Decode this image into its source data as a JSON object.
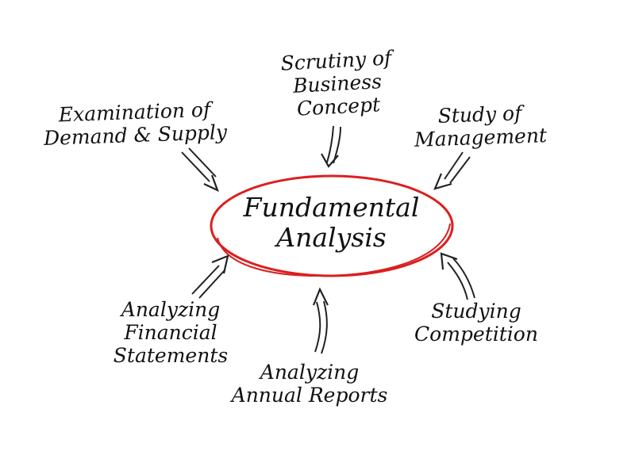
{
  "diagram": {
    "center": {
      "line1": "Fundamental",
      "line2": "Analysis",
      "ellipse_color": "#dc1f1f"
    },
    "nodes": {
      "scrutiny": {
        "line1": "Scrutiny of",
        "line2": "Business",
        "line3": "Concept"
      },
      "examination": {
        "line1": "Examination of",
        "line2": "Demand & Supply"
      },
      "management": {
        "line1": "Study of",
        "line2": "Management"
      },
      "financial": {
        "line1": "Analyzing",
        "line2": "Financial",
        "line3": "Statements"
      },
      "competition": {
        "line1": "Studying",
        "line2": "Competition"
      },
      "annual": {
        "line1": "Analyzing",
        "line2": "Annual Reports"
      }
    },
    "colors": {
      "text": "#111111",
      "arrow": "#222222",
      "background": "#ffffff"
    }
  }
}
